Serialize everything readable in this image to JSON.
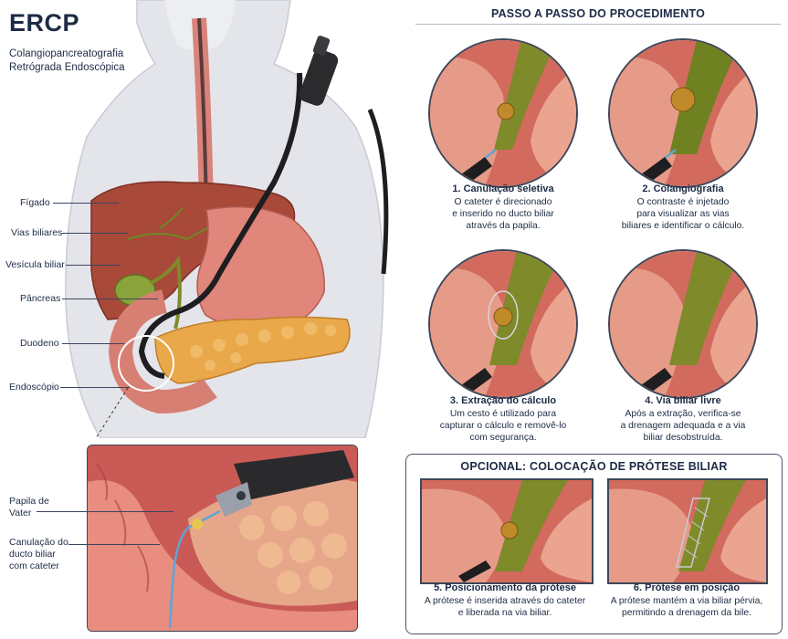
{
  "header": {
    "title": "ERCP",
    "subtitle_line1": "Colangiopancreatografia",
    "subtitle_line2": "Retrógrada Endoscópica"
  },
  "anatomy_labels": {
    "liver": "Fígado",
    "bile_ducts": "Vias biliares",
    "gallbladder": "Vesícula biliar",
    "pancreas": "Pâncreas",
    "duodenum": "Duodeno",
    "endoscope": "Endoscópio"
  },
  "inset_labels": {
    "papilla_line1": "Papila de",
    "papilla_line2": "Vater",
    "cannulation_line1": "Canulação do",
    "cannulation_line2": "ducto biliar",
    "cannulation_line3": "com cateter"
  },
  "steps_section": {
    "heading": "PASSO A PASSO DO PROCEDIMENTO",
    "steps": [
      {
        "title": "1. Canulação seletiva",
        "line1": "O cateter é direcionado",
        "line2": "e inserido no ducto biliar",
        "line3": "através da papila."
      },
      {
        "title": "2. Colangiografia",
        "line1": "O contraste é injetado",
        "line2": "para visualizar as vias",
        "line3": "biliares e identificar o cálculo."
      },
      {
        "title": "3. Extração do cálculo",
        "line1": "Um cesto é utilizado para",
        "line2": "capturar o cálculo e removê-lo",
        "line3": "com segurança."
      },
      {
        "title": "4. Via biliar livre",
        "line1": "Após a extração, verifica-se",
        "line2": "a drenagem adequada e a via",
        "line3": "biliar desobstruída."
      }
    ]
  },
  "optional_section": {
    "heading": "OPCIONAL: COLOCAÇÃO DE PRÓTESE BILIAR",
    "steps": [
      {
        "title": "5. Posicionamento da prótese",
        "line1": "A prótese é inserida através do cateter",
        "line2": "e liberada na via biliar."
      },
      {
        "title": "6. Prótese em posição",
        "line1": "A prótese mantém a via biliar pérvia,",
        "line2": "permitindo a drenagem da bile."
      }
    ]
  },
  "colors": {
    "text": "#1d2b44",
    "liver": "#a8493a",
    "stomach": "#e0867a",
    "pancreas": "#e9a84a",
    "gallbladder": "#8aa33a",
    "bile": "#7f8a2a",
    "scope": "#1e1e20",
    "skin": "#e6e7ec",
    "mucosa": "#c95a55"
  }
}
